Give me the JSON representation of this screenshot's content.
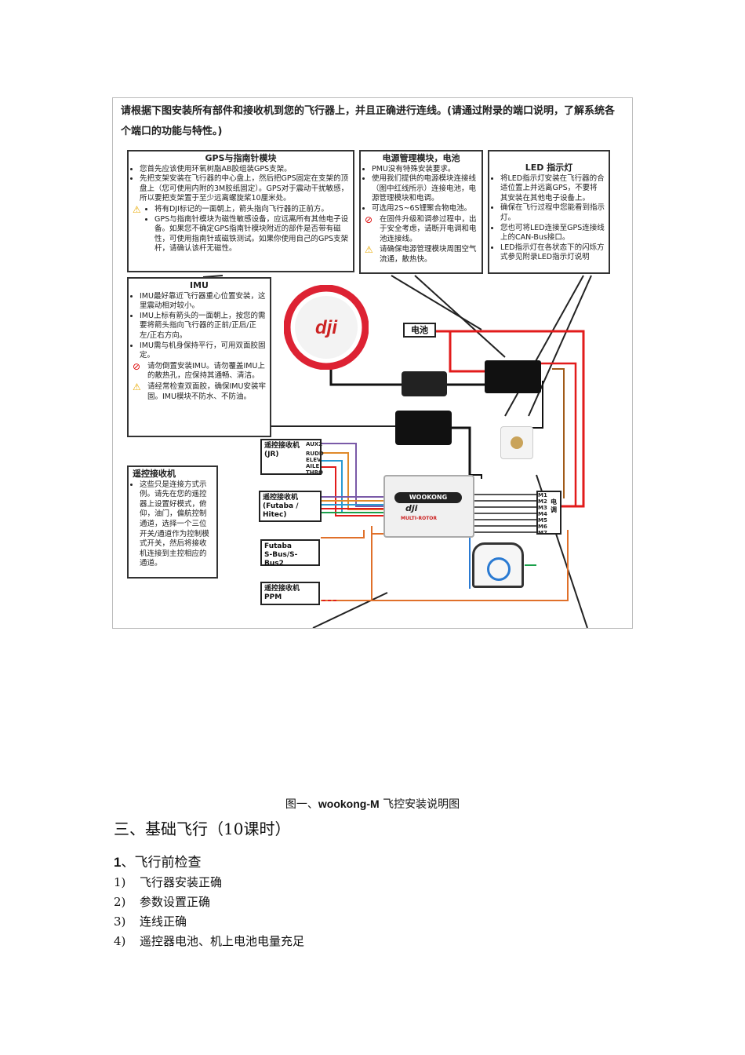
{
  "figure": {
    "intro": "请根据下图安装所有部件和接收机到您的飞行器上，并且正确进行连线。(请通过附录的端口说明，了解系统各个端口的功能与特性。)",
    "gps_box": {
      "title": "GPS与指南针模块",
      "bullets": [
        "您首先应该使用环氧树脂AB胶组装GPS支架。",
        "先把支架安装在飞行器的中心盘上，然后把GPS固定在支架的顶盘上（您可使用内附的3M胶纸固定）。GPS对于震动干扰敏感，所以要把支架置于至少远离螺旋桨10厘米处。"
      ],
      "warn_lines": [
        "将有DJI标记的一面朝上，箭头指向飞行器的正前方。",
        "GPS与指南针模块为磁性敏感设备，应远离所有其他电子设备。如果您不确定GPS指南针模块附近的部件是否带有磁性，可使用指南针或磁铁测试。如果你使用自己的GPS支架杆，请确认该杆无磁性。"
      ]
    },
    "pmu_box": {
      "title": "电源管理模块，电池",
      "bullets": [
        "PMU没有特殊安装要求。",
        "使用我们提供的电源模块连接线（图中红线所示）连接电池，电源管理模块和电调。",
        "可选用2S~6S锂聚合物电池。"
      ],
      "prohibit": "在固件升级和调参过程中，出于安全考虑，请断开电调和电池连接线。",
      "warn": "请确保电源管理模块周围空气流通，散热快。"
    },
    "led_box": {
      "title": "LED 指示灯",
      "bullets": [
        "将LED指示灯安装在飞行器的合适位置上并远离GPS，不要将其安装在其他电子设备上。",
        "确保在飞行过程中您能看到指示灯。",
        "您也可将LED连接至GPS连接线上的CAN-Bus接口。",
        "LED指示灯在各状态下的闪烁方式参见附录LED指示灯说明"
      ]
    },
    "imu_box": {
      "title": "IMU",
      "bullets": [
        "IMU最好靠近飞行器重心位置安装，这里震动相对较小。",
        "IMU上标有箭头的一面朝上，按您的需要将箭头指向飞行器的正前/正后/正左/正右方向。",
        "IMU需与机身保持平行，可用双面胶固定。"
      ],
      "prohibit": "请勿倒置安装IMU。请勿覆盖IMU上的散热孔，应保持其通畅、清洁。",
      "warn": "请经常检查双面胶，确保IMU安装牢固。IMU模块不防水、不防油。"
    },
    "rx_box": {
      "title": "遥控接收机",
      "text": "这些只是连接方式示例。请先在您的遥控器上设置好模式，俯仰，油门，偏航控制通道，选择一个三位开关/通道作为控制模式开关，然后将接收机连接到主控相应的通道。"
    },
    "labels": {
      "battery": "电池",
      "rx_jr": "遥控接收机\n(JR)",
      "rx_futaba": "遥控接收机\n(Futaba / Hitec)",
      "rx_sbus": "Futaba\nS-Bus/S-Bus2",
      "rx_ppm": "遥控接收机PPM",
      "esc": "电调",
      "motor_ports": [
        "M1",
        "M2",
        "M3",
        "M4",
        "M5",
        "M6",
        "M7"
      ],
      "jr_ports": [
        "AUX2",
        "RUDD",
        "ELEV",
        "AILE",
        "THRO"
      ],
      "gps_brand": "dji",
      "fc_name": "WOOKONG",
      "fc_sub": "MULTI-ROTOR"
    }
  },
  "caption_prefix": "图一、",
  "caption_bold": "wookong-M",
  "caption_suffix": " 飞控安装说明图",
  "section_title": "三、基础飞行（10课时）",
  "subsection_num": "1",
  "subsection_text": "、飞行前检查",
  "checklist": [
    {
      "num": "1)",
      "text": "飞行器安装正确"
    },
    {
      "num": "2)",
      "text": "参数设置正确"
    },
    {
      "num": "3)",
      "text": "连线正确"
    },
    {
      "num": "4)",
      "text": "遥控器电池、机上电池电量充足"
    }
  ],
  "colors": {
    "power": "#e21b1b",
    "accent": "#c44",
    "cable": "#111"
  }
}
